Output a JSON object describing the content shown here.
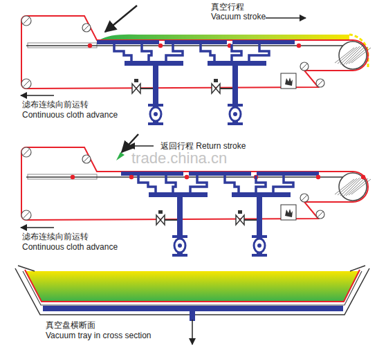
{
  "diagram": {
    "labels": [
      "真空行程",
      "Vacuum stroke",
      "滤布连续向前运转",
      "Continuous cloth advance",
      "返回行程 Return stroke",
      "滤布连续向前运转",
      "Continuous cloth advance",
      "trade.china.cn",
      "真空盘横断面",
      "Vacuum tray in cross section"
    ]
  }
}
